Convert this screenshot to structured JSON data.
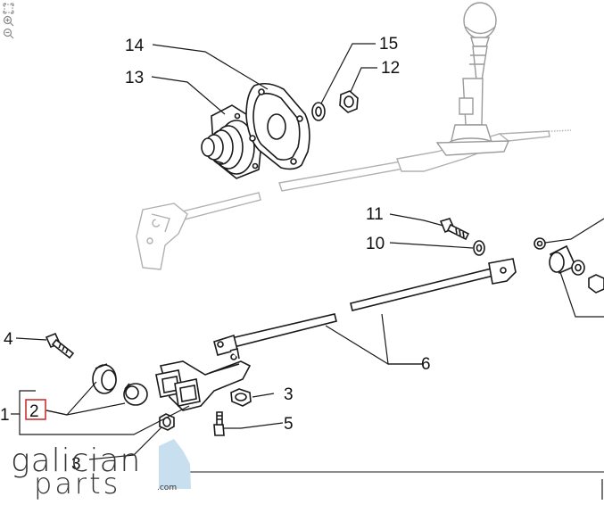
{
  "toolbar": {
    "fit_icon": "fit-to-screen-icon",
    "zoom_in_icon": "zoom-in-icon",
    "zoom_out_icon": "zoom-out-icon"
  },
  "callouts": {
    "c1": "1",
    "c2": "2",
    "c3a": "3",
    "c3b": "3",
    "c4": "4",
    "c5": "5",
    "c6": "6",
    "c10": "10",
    "c11": "11",
    "c12": "12",
    "c13": "13",
    "c14": "14",
    "c15": "15"
  },
  "highlighted_callout": "2",
  "watermark": {
    "line1": "galician",
    "line2": "parts",
    "suffix": ".com"
  },
  "colors": {
    "line": "#1a1a1a",
    "part_fill": "#ffffff",
    "ghost": "#b5b5b5",
    "highlight": "#cc2222",
    "logo_blue": "#c8dff0"
  }
}
